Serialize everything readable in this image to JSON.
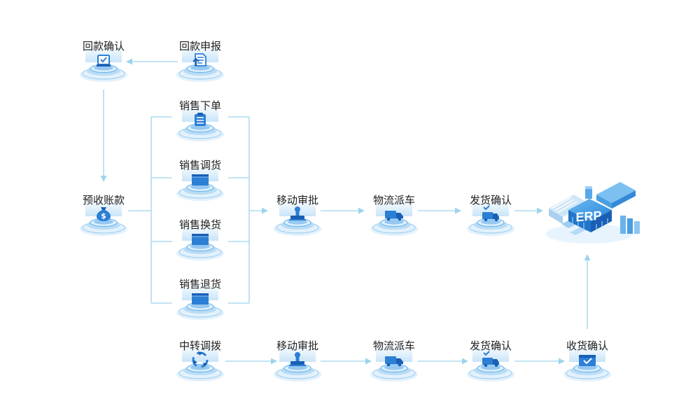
{
  "colors": {
    "connector": "#9dd4ec",
    "icon_blue": "#2b7fd4",
    "icon_dark": "#1a5fb4",
    "platform_light": "#e3f1fc",
    "platform_mid": "#b9dcf5",
    "label": "#222222"
  },
  "nodes": [
    {
      "id": "huikuan_queren",
      "label": "回款确认",
      "icon": "checklist-icon"
    },
    {
      "id": "huikuan_shenbao",
      "label": "回款申报",
      "icon": "document-upload-icon"
    },
    {
      "id": "xiaoshou_xiadan",
      "label": "销售下单",
      "icon": "clipboard-icon"
    },
    {
      "id": "xiaoshou_diaohuo",
      "label": "销售调货",
      "icon": "box-icon"
    },
    {
      "id": "xiaoshou_huanhuo",
      "label": "销售换货",
      "icon": "box-icon"
    },
    {
      "id": "xiaoshou_tuihuo",
      "label": "销售退货",
      "icon": "box-icon"
    },
    {
      "id": "yushou_zhangkuan",
      "label": "预收账款",
      "icon": "money-bag-icon"
    },
    {
      "id": "yidong_shenpi_1",
      "label": "移动审批",
      "icon": "stamp-icon"
    },
    {
      "id": "wuliu_paiche_1",
      "label": "物流派车",
      "icon": "truck-icon"
    },
    {
      "id": "fahuo_queren_1",
      "label": "发货确认",
      "icon": "truck-check-icon"
    },
    {
      "id": "zhongzhuan_diaobo",
      "label": "中转调拨",
      "icon": "recycle-icon"
    },
    {
      "id": "yidong_shenpi_2",
      "label": "移动审批",
      "icon": "stamp-icon"
    },
    {
      "id": "wuliu_paiche_2",
      "label": "物流派车",
      "icon": "truck-icon"
    },
    {
      "id": "fahuo_queren_2",
      "label": "发货确认",
      "icon": "truck-check-icon"
    },
    {
      "id": "shouhuo_queren",
      "label": "收货确认",
      "icon": "inbox-check-icon"
    }
  ],
  "erp": {
    "label": "ERP",
    "icon": "erp-system-icon"
  }
}
